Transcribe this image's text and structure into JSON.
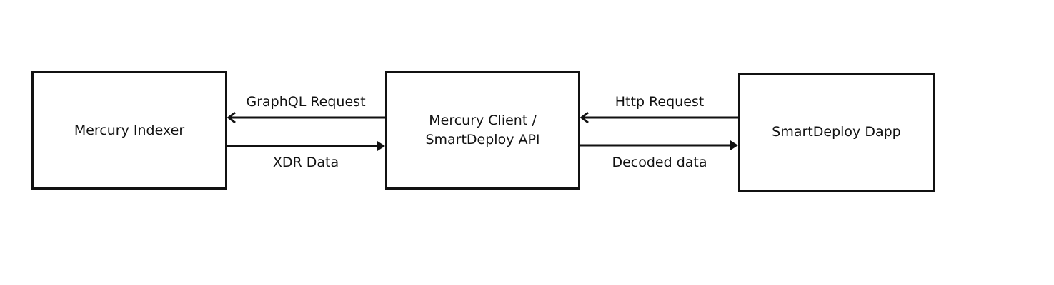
{
  "nodes": {
    "indexer": {
      "lines": [
        "Mercury Indexer"
      ]
    },
    "api": {
      "lines": [
        "Mercury Client /",
        "SmartDeploy API"
      ]
    },
    "dapp": {
      "lines": [
        "SmartDeploy Dapp"
      ]
    }
  },
  "edges": {
    "graphql_request": {
      "label": "GraphQL Request",
      "from": "api",
      "to": "indexer"
    },
    "xdr_data": {
      "label": "XDR Data",
      "from": "indexer",
      "to": "api"
    },
    "http_request": {
      "label": "Http Request",
      "from": "dapp",
      "to": "api"
    },
    "decoded_data": {
      "label": "Decoded data",
      "from": "api",
      "to": "dapp"
    }
  },
  "colors": {
    "stroke": "#111111",
    "background": "#ffffff"
  }
}
